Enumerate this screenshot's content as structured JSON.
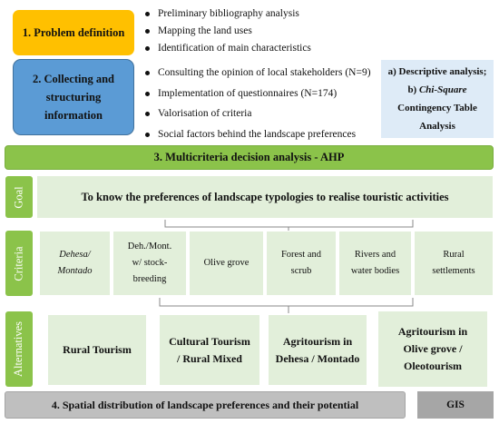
{
  "steps": {
    "step1": "1. Problem definition",
    "step2": "2. Collecting and structuring information",
    "step3": "3. Multicriteria decision analysis - AHP",
    "step4": "4. Spatial distribution of landscape preferences and their potential",
    "gis": "GIS"
  },
  "step1_bullets": [
    "Preliminary bibliography analysis",
    "Mapping the land uses",
    "Identification of main characteristics"
  ],
  "step2_bullets": [
    "Consulting the opinion of local stakeholders (N=9)",
    "Implementation of questionnaires (N=174)",
    "Valorisation of criteria",
    "Social factors behind the landscape preferences"
  ],
  "analysis": {
    "line1": "a) Descriptive analysis;",
    "line2_prefix": "b) ",
    "line2_italic": "Chi-Square",
    "line3": "Contingency Table",
    "line4": "Analysis"
  },
  "ahp": {
    "goal_label": "Goal",
    "goal_text": "To know the preferences of landscape typologies to realise touristic activities",
    "criteria_label": "Criteria",
    "criteria": [
      {
        "line1": "Dehesa/",
        "line2": "Montado",
        "line3": ""
      },
      {
        "line1": "Deh./Mont.",
        "line2": "w/ stock-",
        "line3": "breeding"
      },
      {
        "line1": "Olive grove",
        "line2": "",
        "line3": ""
      },
      {
        "line1": "Forest and",
        "line2": "scrub",
        "line3": ""
      },
      {
        "line1": "Rivers and",
        "line2": "water bodies",
        "line3": ""
      },
      {
        "line1": "Rural",
        "line2": "settlements",
        "line3": ""
      }
    ],
    "alternatives_label": "Alternatives",
    "alternatives": [
      {
        "line1": "Rural Tourism",
        "line2": "",
        "line3": ""
      },
      {
        "line1": "Cultural Tourism",
        "line2": "/ Rural Mixed",
        "line3": ""
      },
      {
        "line1": "Agritourism in",
        "line2": "Dehesa / Montado",
        "line3": ""
      },
      {
        "line1": "Agritourism in",
        "line2": "Olive grove /",
        "line3": "Oleotourism"
      }
    ]
  },
  "colors": {
    "step1": "#FFC000",
    "step2": "#5B9BD5",
    "ahp_green": "#8BC34A",
    "light_green": "#E2EFDA",
    "light_blue": "#DEEBF7",
    "grey": "#BFBFBF"
  }
}
